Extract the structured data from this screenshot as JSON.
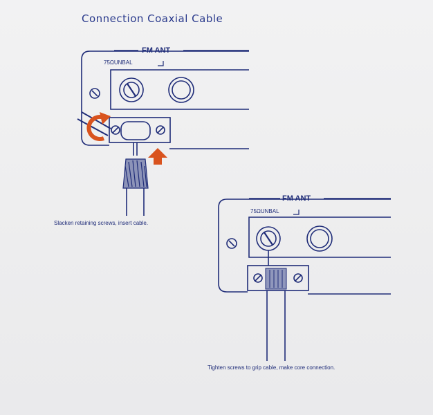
{
  "title": "Connection Coaxial Cable",
  "panel1": {
    "ant_label": "FM ANT",
    "impedance_label": "75ΩUNBAL",
    "caption": "Slacken retaining screws, insert cable."
  },
  "panel2": {
    "ant_label": "FM ANT",
    "impedance_label": "75ΩUNBAL",
    "caption": "Tighten screws to grip cable, make core connection."
  },
  "colors": {
    "line": "#1f2c78",
    "accent_arrow": "#d9531e",
    "background": "#eeeef0"
  },
  "icons": [
    "rotate-arrow-icon",
    "up-arrow-icon",
    "screw-icon",
    "antenna-socket-icon"
  ]
}
